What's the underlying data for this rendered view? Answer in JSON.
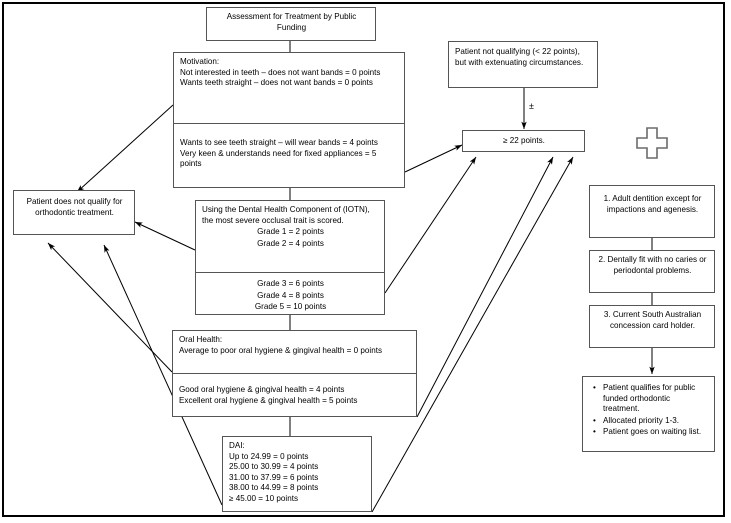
{
  "diagram": {
    "title_node": {
      "text": "Assessment for Treatment by Public Funding"
    },
    "motivation": {
      "heading": "Motivation:",
      "top_lines": [
        "Not interested in teeth – does not want bands = 0 points",
        "Wants teeth straight – does not want bands = 0 points"
      ],
      "bottom_lines": [
        "Wants to see teeth straight – will wear bands = 4 points",
        "Very keen & understands need for fixed appliances = 5 points"
      ]
    },
    "iotn": {
      "intro": "Using the Dental Health Component of (IOTN), the most severe occlusal trait is scored.",
      "top_grades": [
        "Grade 1 = 2 points",
        "Grade 2 = 4 points"
      ],
      "bottom_grades": [
        "Grade 3 = 6 points",
        "Grade 4 = 8 points",
        "Grade 5 = 10 points"
      ]
    },
    "oral_health": {
      "heading": "Oral Health:",
      "top_lines": [
        "Average to poor oral hygiene & gingival health = 0 points"
      ],
      "bottom_lines": [
        "Good oral hygiene & gingival health = 4 points",
        "Excellent oral hygiene & gingival health = 5 points"
      ]
    },
    "dai": {
      "heading": "DAI:",
      "lines": [
        "Up to 24.99 = 0 points",
        "25.00 to 30.99 = 4 points",
        "31.00 to 37.99 = 6 points",
        "38.00 to 44.99 = 8 points",
        "≥ 45.00 = 10 points"
      ]
    },
    "not_qualify": {
      "text": "Patient does not qualify for orthodontic treatment."
    },
    "extenuating": {
      "text": "Patient not qualifying (< 22 points), but with extenuating circumstances."
    },
    "plus_minus_label": "±",
    "threshold": {
      "text": "≥ 22 points."
    },
    "criteria": [
      {
        "text": "1. Adult dentition except for impactions and agenesis."
      },
      {
        "text": "2. Dentally fit with no caries or periodontal problems."
      },
      {
        "text": "3. Current South Australian concession card holder."
      }
    ],
    "outcome": {
      "bullets": [
        "Patient qualifies for public funded orthodontic treatment.",
        "Allocated priority 1-3.",
        "Patient goes on waiting list."
      ]
    },
    "cross_icon_name": "plus-cross-icon",
    "colors": {
      "border": "#555555",
      "line": "#000000",
      "background": "#ffffff",
      "text": "#000000"
    }
  }
}
